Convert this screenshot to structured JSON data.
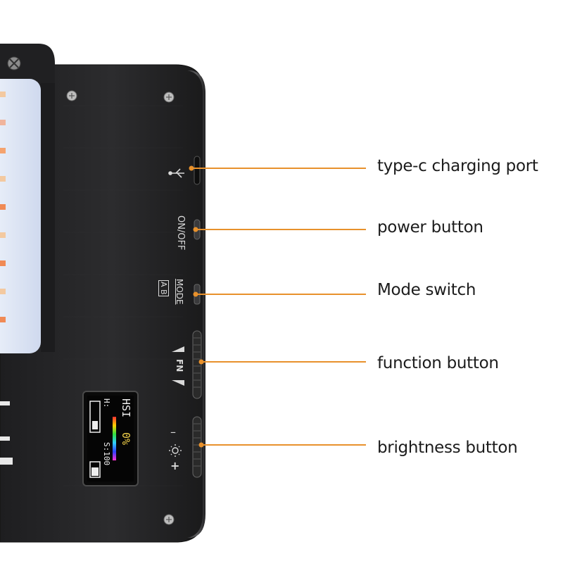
{
  "callouts": [
    {
      "label": "type-c charging port"
    },
    {
      "label": "power button"
    },
    {
      "label": "Mode switch"
    },
    {
      "label": "function button"
    },
    {
      "label": "brightness button"
    }
  ],
  "device": {
    "side_labels": {
      "on_off": "ON/OFF",
      "mode": "MODE",
      "mode_ab": "A B",
      "fn": "FN",
      "minus": "–",
      "plus": "+"
    },
    "screen": {
      "mode": "HSI",
      "brightness": "0%",
      "hue_label": "H:",
      "saturation": "S:100"
    }
  },
  "colors": {
    "callout": "#e8912c",
    "body": "#2a2a2c",
    "light_panel": "#dfe7f7"
  }
}
